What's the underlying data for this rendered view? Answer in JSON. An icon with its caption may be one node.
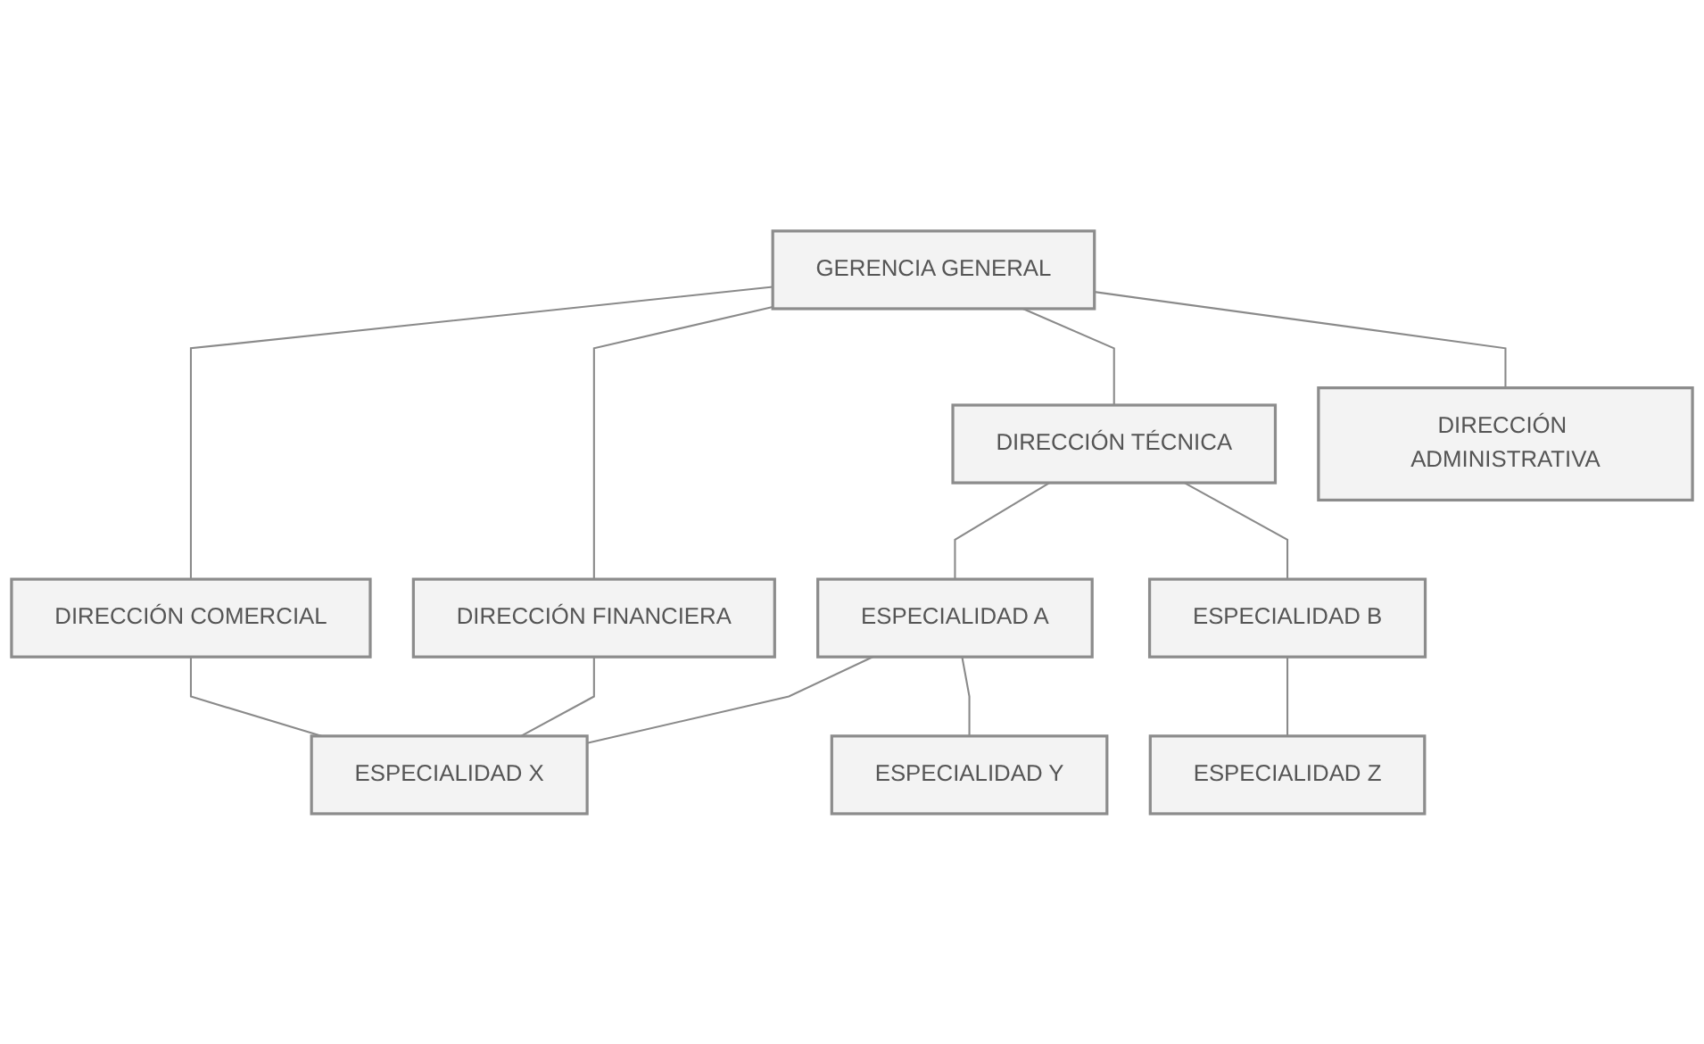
{
  "diagram": {
    "nodes": [
      {
        "text": [
          "GERENCIA GENERAL"
        ]
      },
      {
        "text": [
          "DIRECCIÓN COMERCIAL"
        ]
      },
      {
        "text": [
          "DIRECCIÓN FINANCIERA"
        ]
      },
      {
        "text": [
          "DIRECCIÓN TÉCNICA"
        ]
      },
      {
        "text": [
          "DIRECCIÓN ADMINISTRATIVA"
        ]
      },
      {
        "text": [
          "ESPECIALIDAD A"
        ]
      },
      {
        "text": [
          "ESPECIALIDAD B"
        ]
      },
      {
        "text": [
          "ESPECIALIDAD X"
        ]
      },
      {
        "text": [
          "ESPECIALIDAD Y"
        ]
      },
      {
        "text": [
          "ESPECIALIDAD Z"
        ]
      }
    ],
    "edges": [
      {
        "from": 0,
        "to": 1,
        "arrow": "none"
      },
      {
        "from": 0,
        "to": 2,
        "arrow": "none"
      },
      {
        "from": 0,
        "to": 3,
        "arrow": "none"
      },
      {
        "from": 0,
        "to": 4,
        "arrow": "none"
      },
      {
        "from": 3,
        "to": 5,
        "arrow": "none"
      },
      {
        "from": 3,
        "to": 6,
        "arrow": "none"
      },
      {
        "from": 5,
        "to": 7,
        "arrow": "none"
      },
      {
        "from": 5,
        "to": 8,
        "arrow": "none"
      },
      {
        "from": 6,
        "to": 9,
        "arrow": "none"
      },
      {
        "from": 1,
        "to": 7,
        "arrow": "none"
      },
      {
        "from": 2,
        "to": 7,
        "arrow": "none"
      }
    ]
  }
}
